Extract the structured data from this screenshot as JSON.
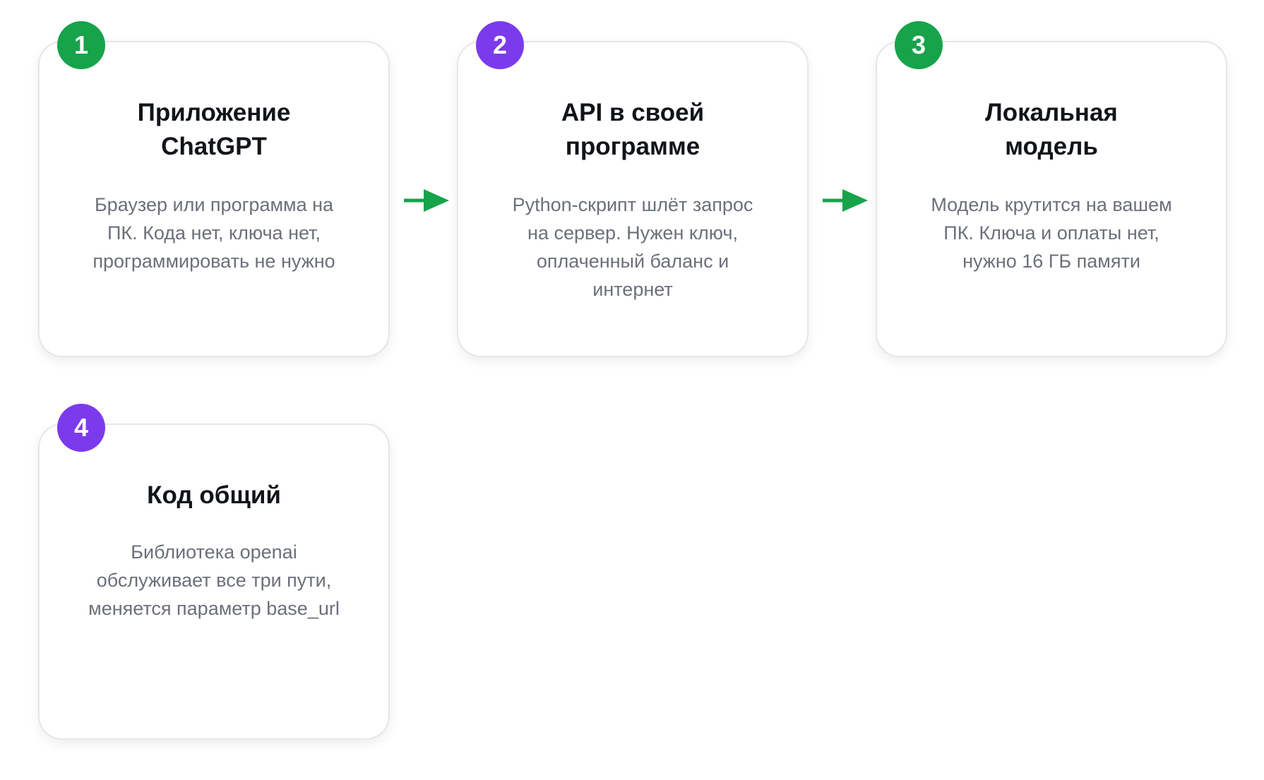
{
  "colors": {
    "green": "#16a34a",
    "purple": "#7c3aed",
    "arrow": "#16a34a"
  },
  "steps": [
    {
      "number": "1",
      "color": "green",
      "title_line1": "Приложение",
      "title_line2": "ChatGPT",
      "desc_lines": [
        "Браузер или программа на",
        "ПК. Кода нет, ключа нет,",
        "программировать не нужно"
      ]
    },
    {
      "number": "2",
      "color": "purple",
      "title_line1": "API в своей",
      "title_line2": "программе",
      "desc_lines": [
        "Python-скрипт шлёт запрос",
        "на сервер. Нужен ключ,",
        "оплаченный баланс и",
        "интернет"
      ]
    },
    {
      "number": "3",
      "color": "green",
      "title_line1": "Локальная",
      "title_line2": "модель",
      "desc_lines": [
        "Модель крутится на вашем",
        "ПК. Ключа и оплаты нет,",
        "нужно 16 ГБ памяти"
      ]
    },
    {
      "number": "4",
      "color": "purple",
      "title_line1": "Код общий",
      "title_line2": "",
      "desc_lines": [
        "Библиотека openai",
        "обслуживает все три пути,",
        "меняется параметр base_url"
      ]
    }
  ],
  "arrows": [
    {
      "from": "1",
      "to": "2",
      "icon": "arrow-right-icon"
    },
    {
      "from": "2",
      "to": "3",
      "icon": "arrow-right-icon"
    }
  ]
}
